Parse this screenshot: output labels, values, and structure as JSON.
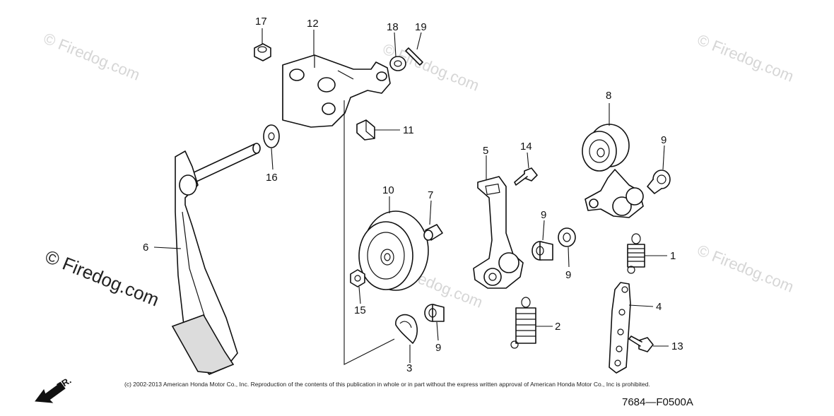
{
  "diagram": {
    "copyright": "(c) 2002-2013 American Honda Motor Co., Inc. Reproduction of the contents of this publication in whole or in part without the express written approval of American Honda Motor Co., Inc is prohibited.",
    "code": "7684—F0500A",
    "direction_label": "FR.",
    "watermarks": [
      "© Firedog.com",
      "© Firedog.com",
      "© Firedog.com",
      "© Firedog.com",
      "© Firedog.com",
      "© Firedog.com"
    ],
    "callouts": {
      "c17": "17",
      "c12": "12",
      "c18": "18",
      "c19": "19",
      "c11": "11",
      "c16": "16",
      "c8": "8",
      "c9a": "9",
      "c5": "5",
      "c14": "14",
      "c10": "10",
      "c7": "7",
      "c9b": "9",
      "c9c": "9",
      "c6": "6",
      "c1": "1",
      "c15": "15",
      "c4": "4",
      "c2": "2",
      "c13": "13",
      "c9d": "9",
      "c3": "3"
    }
  }
}
